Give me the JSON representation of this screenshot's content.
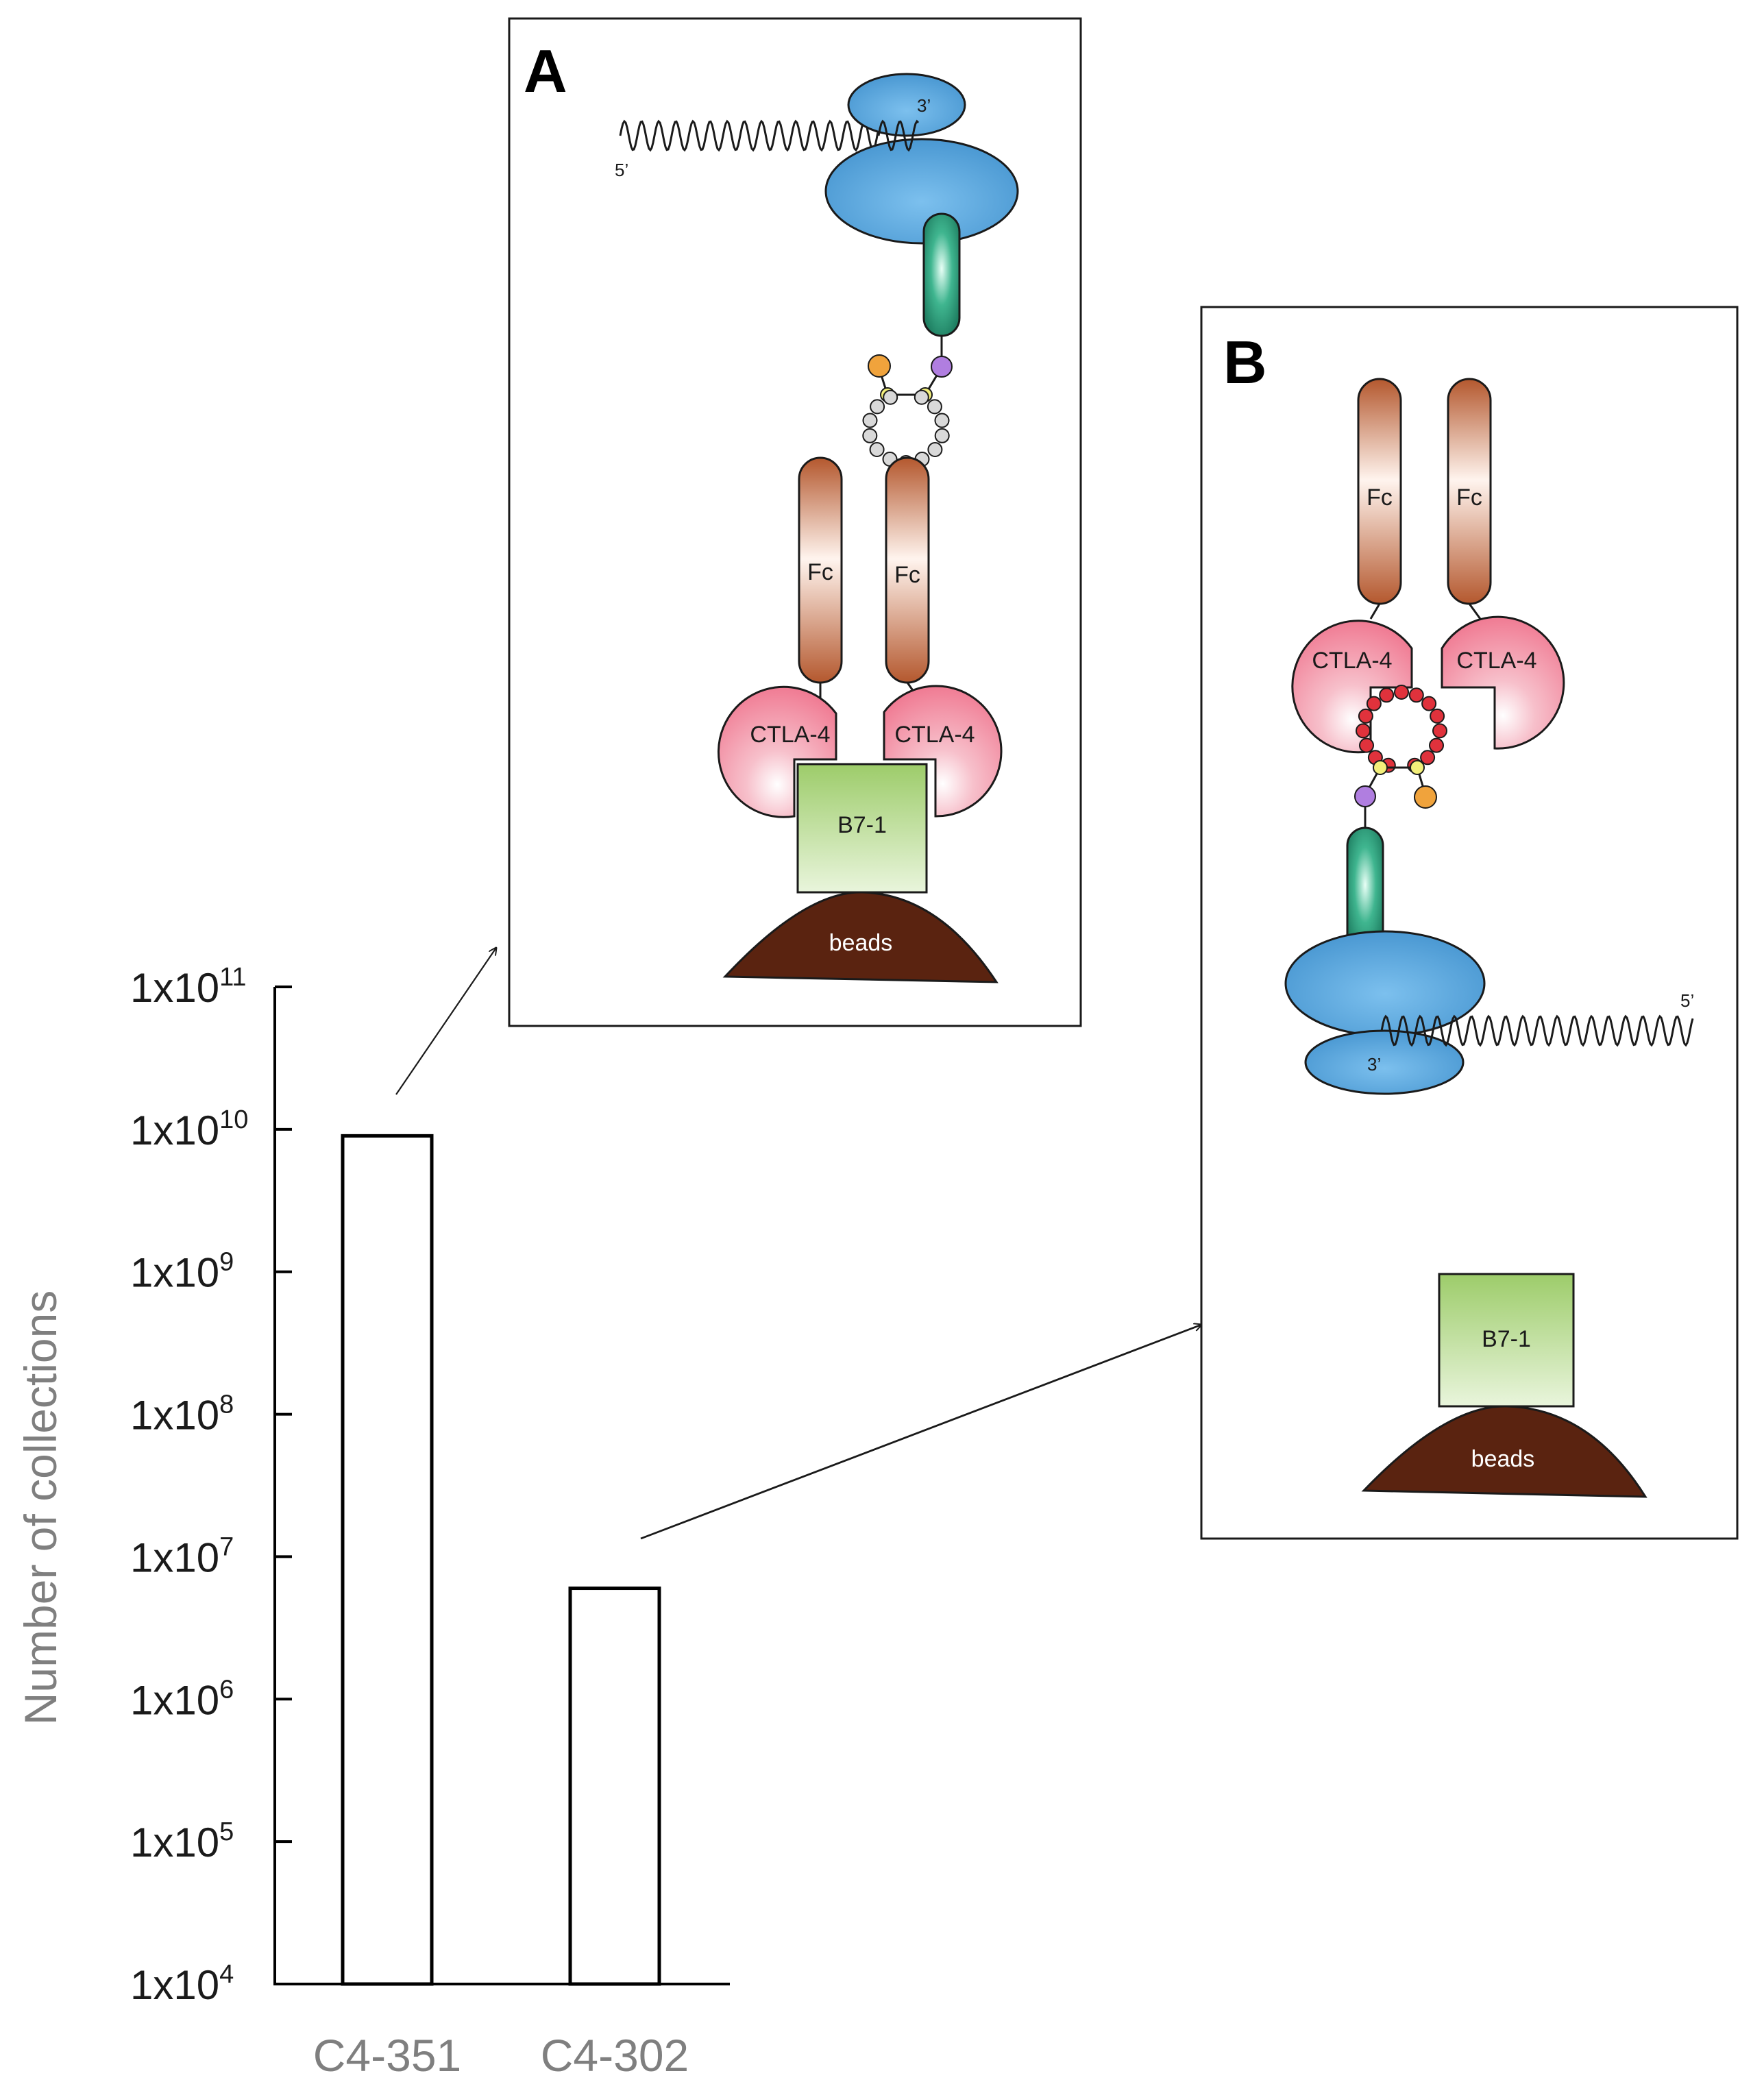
{
  "chart_data": {
    "type": "bar",
    "scale": "log",
    "ylabel": "Number of collections",
    "ylim": [
      10000,
      100000000000
    ],
    "yticks": [
      {
        "value": 10000,
        "base": "1x10",
        "exp": "4"
      },
      {
        "value": 100000,
        "base": "1x10",
        "exp": "5"
      },
      {
        "value": 1000000,
        "base": "1x10",
        "exp": "6"
      },
      {
        "value": 10000000,
        "base": "1x10",
        "exp": "7"
      },
      {
        "value": 100000000,
        "base": "1x10",
        "exp": "8"
      },
      {
        "value": 1000000000,
        "base": "1x10",
        "exp": "9"
      },
      {
        "value": 10000000000,
        "base": "1x10",
        "exp": "10"
      },
      {
        "value": 100000000000,
        "base": "1x10",
        "exp": "11"
      }
    ],
    "categories": [
      "C4-351",
      "C4-302"
    ],
    "values": [
      9000000000,
      6000000
    ],
    "grid": false
  },
  "diagram_a": {
    "panel_label": "A",
    "three_prime": "3’",
    "five_prime": "5’",
    "fc_left": "Fc",
    "fc_right": "Fc",
    "ctla_left": "CTLA-4",
    "ctla_right": "CTLA-4",
    "b7": "B7-1",
    "beads": "beads"
  },
  "diagram_b": {
    "panel_label": "B",
    "three_prime": "3’",
    "five_prime": "5’",
    "fc_left": "Fc",
    "fc_right": "Fc",
    "ctla_left": "CTLA-4",
    "ctla_right": "CTLA-4",
    "b7": "B7-1",
    "beads": "beads"
  },
  "colors": {
    "ribosome_blue": "#5aa6dc",
    "linker_green": "#2e9b7a",
    "fc_brown": "#b4582e",
    "ctla_pink": "#f07b93",
    "b7_green": "#9dcc6a",
    "beads_brown": "#5a2310",
    "peptide_gray": "#d9d9d9",
    "peptide_red": "#e0323c",
    "atom_yellow": "#f3ef7a",
    "atom_orange": "#f0a33c",
    "atom_purple": "#b07ee0"
  }
}
